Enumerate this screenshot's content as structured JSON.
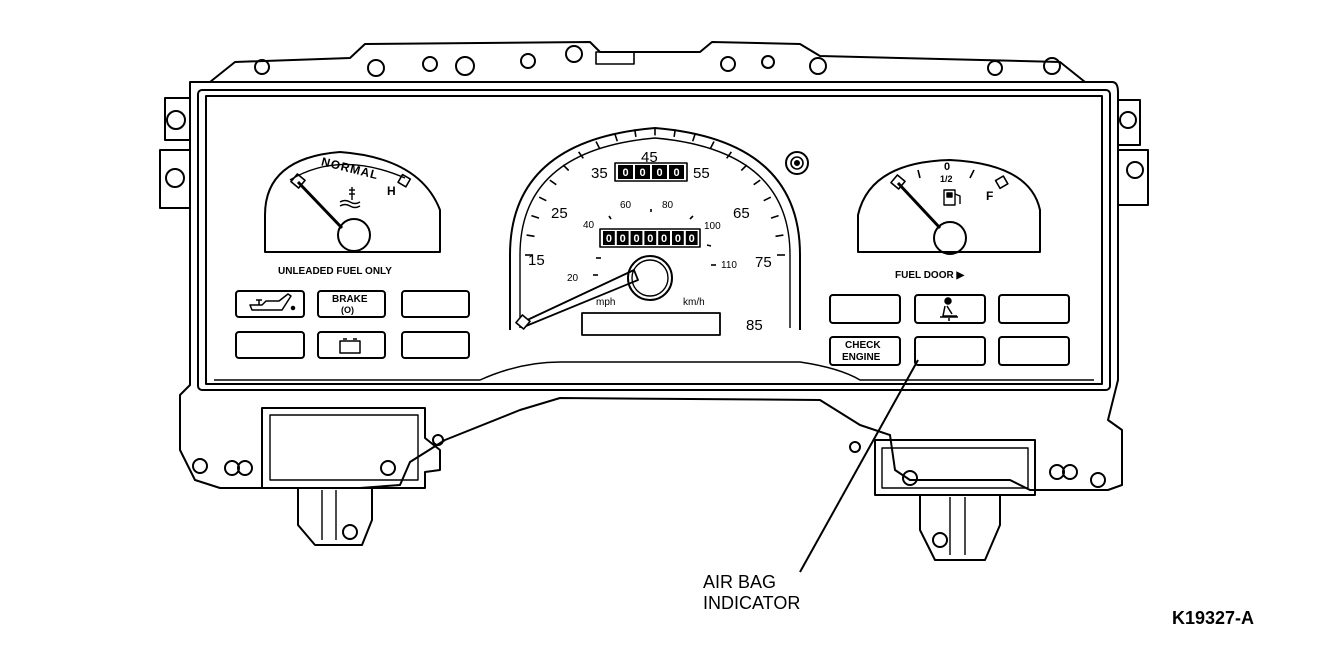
{
  "temp_gauge": {
    "normal_label": "NORMAL",
    "high_label": "H"
  },
  "panel_text": {
    "unleaded": "UNLEADED FUEL ONLY",
    "fuel_door": "FUEL DOOR ▶"
  },
  "fuel_gauge": {
    "empty_label": "0",
    "half_label": "1/2",
    "full_label": "F"
  },
  "speedometer": {
    "mph_labels": [
      "15",
      "25",
      "35",
      "45",
      "55",
      "65",
      "75",
      "85"
    ],
    "kmh_labels": [
      "20",
      "40",
      "60",
      "80",
      "100",
      "110"
    ],
    "odometer": "0000",
    "trip": "0000000",
    "unit_mph": "mph",
    "unit_kmh": "km/h"
  },
  "warning_lights": {
    "brake": "BRAKE",
    "brake_symbol": "(O)",
    "check": "CHECK",
    "engine": "ENGINE"
  },
  "callout": {
    "line1": "AIR BAG",
    "line2": "INDICATOR"
  },
  "figure_id": "K19327-A"
}
